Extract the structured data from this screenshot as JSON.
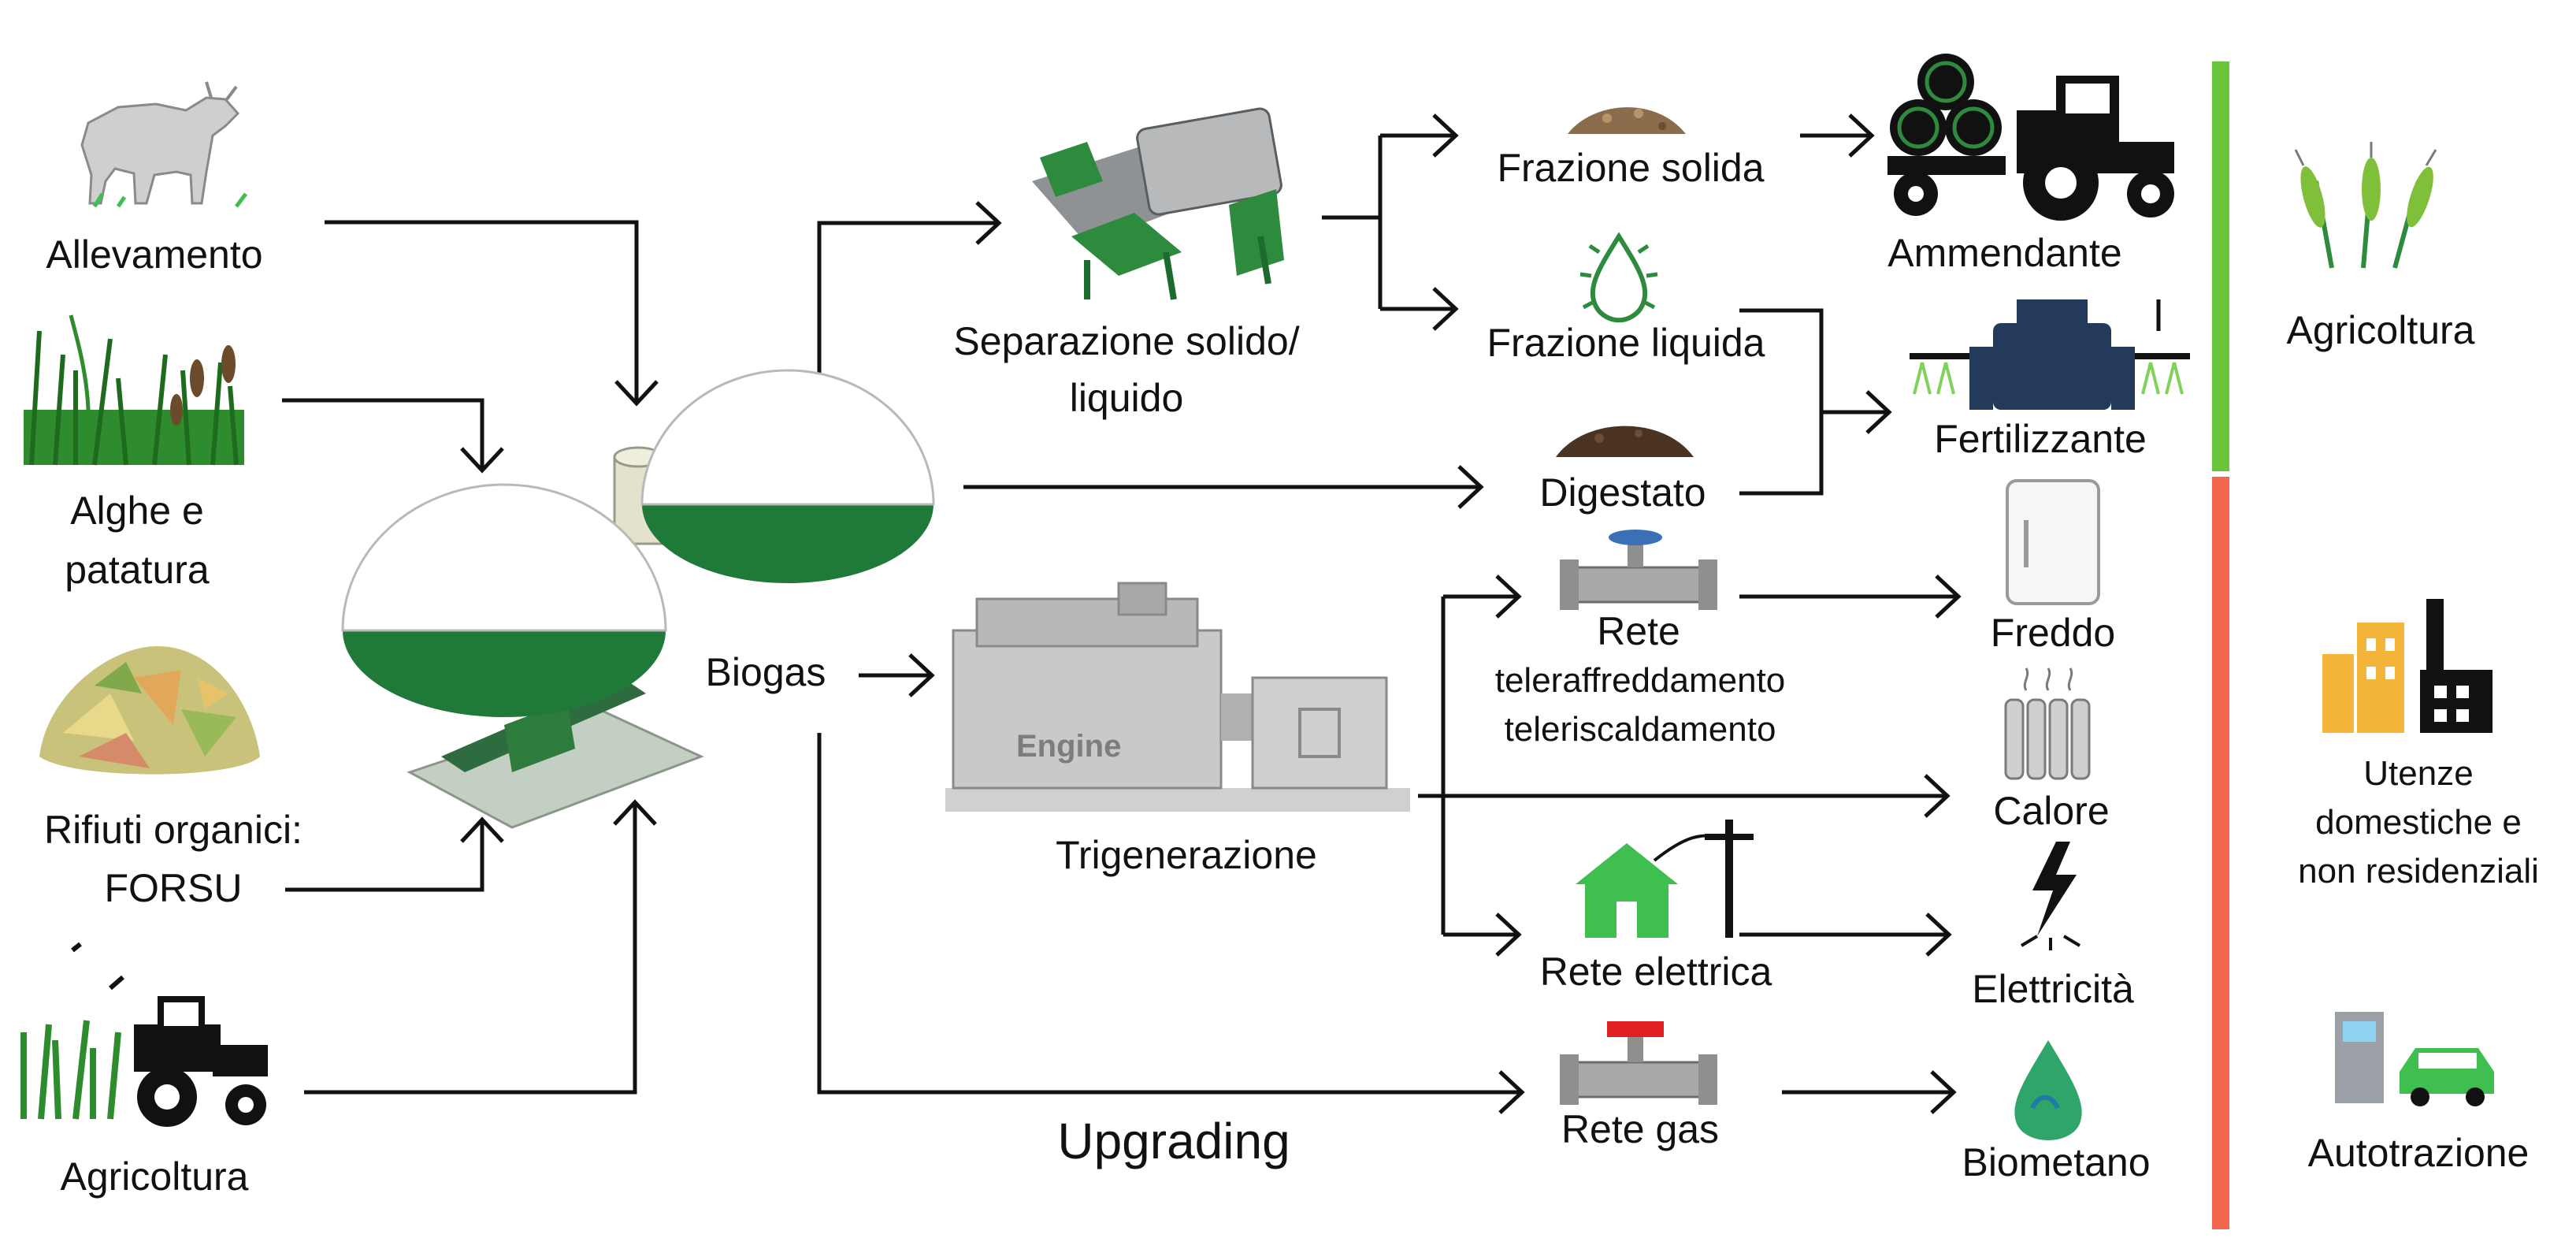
{
  "colors": {
    "accent_green": "#69c43a",
    "accent_red": "#f2654f",
    "dome_green": "#1f7a3a",
    "icon_dark": "#111111",
    "lines": "#111111"
  },
  "inputs": {
    "allevamento": "Allevamento",
    "alghe_1": "Alghe e",
    "alghe_2": "patatura",
    "rifiuti_1": "Rifiuti organici:",
    "rifiuti_2": "FORSU",
    "agricoltura": "Agricoltura"
  },
  "process": {
    "biogas": "Biogas",
    "separazione_1": "Separazione solido/",
    "separazione_2": "liquido",
    "trigenerazione": "Trigenerazione",
    "engine_plate": "Engine",
    "upgrading": "Upgrading"
  },
  "products": {
    "frazione_solida": "Frazione solida",
    "frazione_liquida": "Frazione liquida",
    "digestato": "Digestato",
    "rete_1": "Rete",
    "rete_2": "teleraffreddamento",
    "rete_3": "teleriscaldamento",
    "rete_elettrica": "Rete elettrica",
    "rete_gas": "Rete gas"
  },
  "outputs": {
    "ammendante": "Ammendante",
    "fertilizzante": "Fertilizzante",
    "freddo": "Freddo",
    "calore": "Calore",
    "elettricita": "Elettricità",
    "biometano": "Biometano"
  },
  "sectors": {
    "agricoltura": "Agricoltura",
    "utenze_1": "Utenze",
    "utenze_2": "domestiche e",
    "utenze_3": "non residenziali",
    "autotrazione": "Autotrazione"
  },
  "icons": [
    "cow-icon",
    "reeds-icon",
    "food-waste-icon",
    "tractor-field-icon",
    "biodigester-icon",
    "separator-machine-icon",
    "engine-generator-icon",
    "solid-fraction-pile-icon",
    "liquid-drop-icon",
    "digestate-pile-icon",
    "district-pipe-icon",
    "house-power-icon",
    "gas-pipe-icon",
    "tractor-bales-icon",
    "sprayer-tractor-icon",
    "fridge-icon",
    "radiator-icon",
    "lightning-icon",
    "biomethane-drop-icon",
    "wheat-icon",
    "city-factory-icon",
    "fuel-pump-car-icon"
  ]
}
